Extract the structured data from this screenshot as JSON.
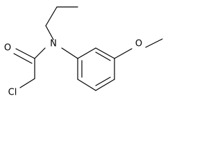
{
  "molecule": {
    "atoms": {
      "oxygen_carbonyl": "O",
      "nitrogen": "N",
      "chlorine": "Cl",
      "oxygen_methoxy": "O"
    },
    "colors": {
      "bond": "#000000",
      "label": "#000000",
      "background": "#ffffff"
    }
  }
}
